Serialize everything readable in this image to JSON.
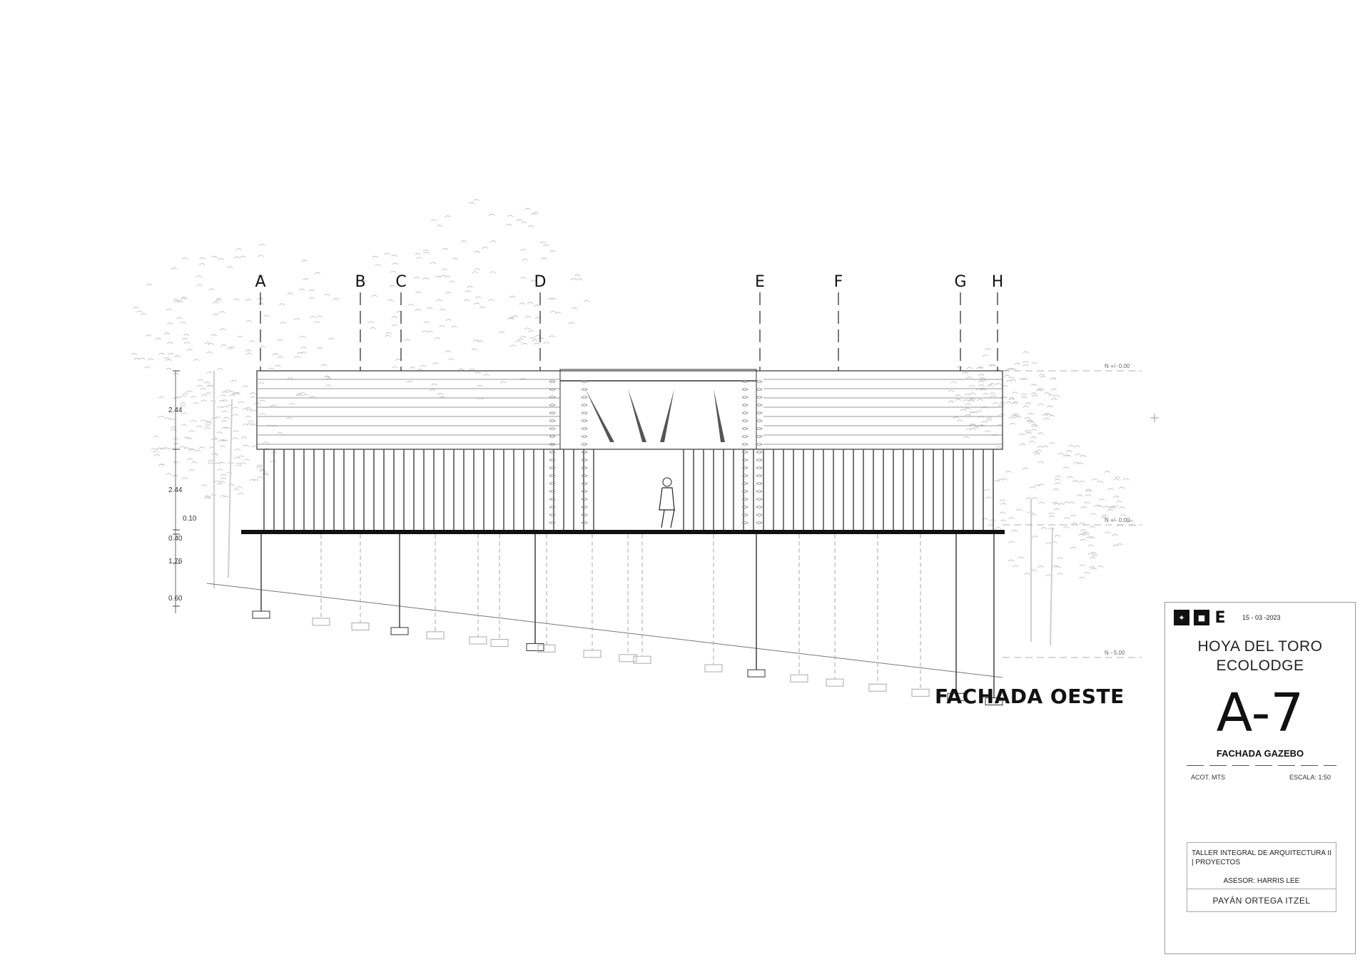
{
  "drawing": {
    "axes": [
      "A",
      "B",
      "C",
      "D",
      "E",
      "F",
      "G",
      "H"
    ],
    "left_dimensions": [
      "2.44",
      "2.44",
      "0.10",
      "0.40",
      "1.76",
      "0.60"
    ],
    "levels": [
      "N +/- 0.00",
      "N +/- 0.00",
      "N - 5.00"
    ]
  },
  "view_title": "FACHADA OESTE",
  "title_block": {
    "date": "15 - 03 -2023",
    "project_line1": "HOYA DEL TORO",
    "project_line2": "ECOLODGE",
    "sheet_code": "A-7",
    "sheet_name": "FACHADA GAZEBO",
    "units": "ACOT. MTS",
    "scale": "ESCALA: 1:50",
    "course": "TALLER INTEGRAL DE ARQUITECTURA II | PROYECTOS",
    "advisor": "ASESOR: HARRIS LEE",
    "author": "PAYÁN ORTEGA ITZEL",
    "logo_letter": "E"
  }
}
